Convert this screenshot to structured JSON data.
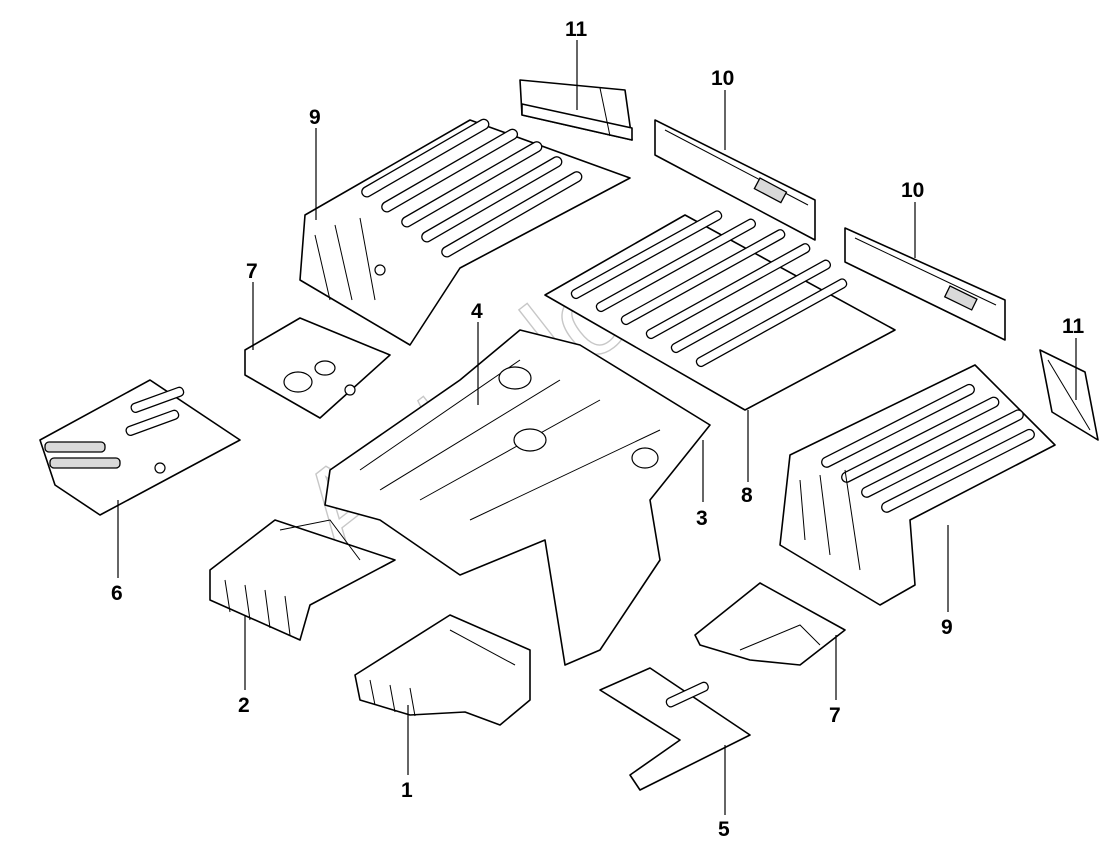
{
  "callouts": {
    "c1": "1",
    "c2": "2",
    "c3": "3",
    "c4": "4",
    "c5": "5",
    "c6": "6",
    "c7a": "7",
    "c7b": "7",
    "c8": "8",
    "c9a": "9",
    "c9b": "9",
    "c10a": "10",
    "c10b": "10",
    "c11a": "11",
    "c11b": "11"
  },
  "watermark": "Autodoc",
  "colors": {
    "line": "#000000",
    "background": "#ffffff",
    "watermark": "#9a9a9a"
  }
}
